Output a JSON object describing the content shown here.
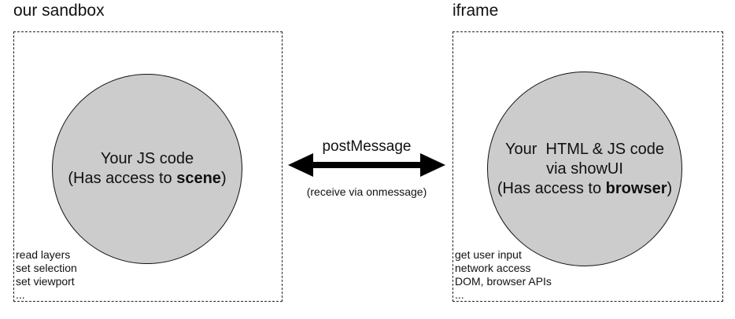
{
  "left": {
    "title": "our sandbox",
    "circle_line1": "Your JS code",
    "circle_line2_prefix": "(Has access to ",
    "circle_line2_bold": "scene",
    "circle_line2_suffix": ")",
    "notes": [
      "read layers",
      "set selection",
      "set viewport",
      "..."
    ]
  },
  "right": {
    "title": "iframe",
    "circle_line1": "Your  HTML & JS code",
    "circle_line2": "via showUI",
    "circle_line3_prefix": "(Has access to ",
    "circle_line3_bold": "browser",
    "circle_line3_suffix": ")",
    "notes": [
      "get user input",
      "network access",
      "DOM, browser APIs",
      "..."
    ]
  },
  "connector": {
    "label": "postMessage",
    "sublabel": "(receive via onmessage)"
  },
  "colors": {
    "circle_fill": "#cccccc",
    "stroke": "#111111"
  }
}
